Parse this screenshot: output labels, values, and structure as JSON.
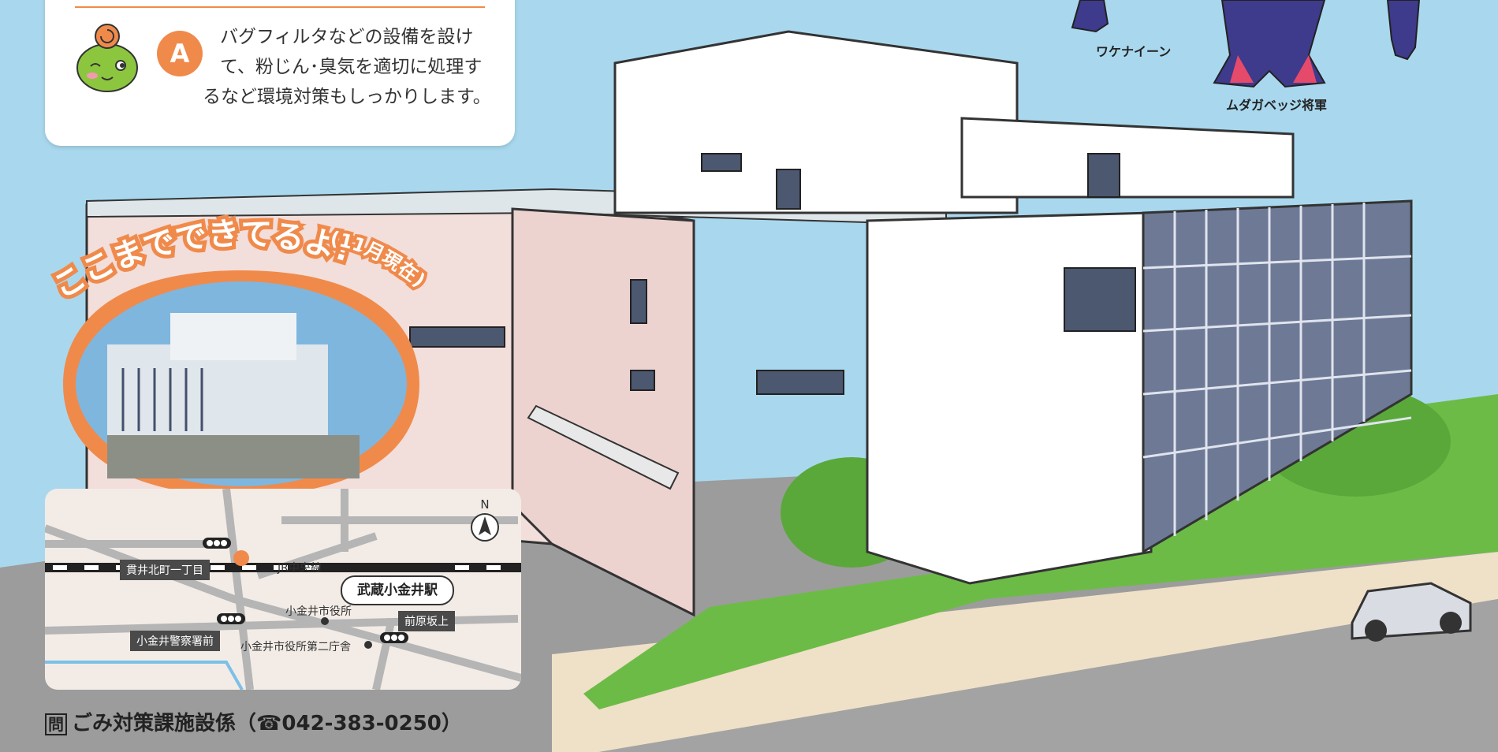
{
  "info_card": {
    "badge": "A",
    "line1": "バグフィルタなどの設備を設け",
    "line2": "て、粉じん･臭気を適切に処理す",
    "line3": "るなど環境対策もしっかりします。"
  },
  "mascots": [
    {
      "name": "ワケナイーン"
    },
    {
      "name": "ムダガベッジ将軍"
    }
  ],
  "bubble": {
    "title": "ここまでできてるよ!",
    "subtitle": "(11月現在)"
  },
  "map": {
    "north": "N",
    "rail_line": "JR中央線",
    "station": "武蔵小金井駅",
    "stops": [
      "貫井北町一丁目",
      "小金井警察署前",
      "前原坂上"
    ],
    "places": [
      "小金井市役所",
      "小金井市役所第二庁舎"
    ]
  },
  "contact": {
    "tag": "問",
    "text": "ごみ対策課施設係（☎042-383-0250）"
  },
  "colors": {
    "accent": "#f08a4b",
    "sky": "#a9d8ee",
    "map_bg": "#f3ece6",
    "road": "#b5b5b5"
  }
}
